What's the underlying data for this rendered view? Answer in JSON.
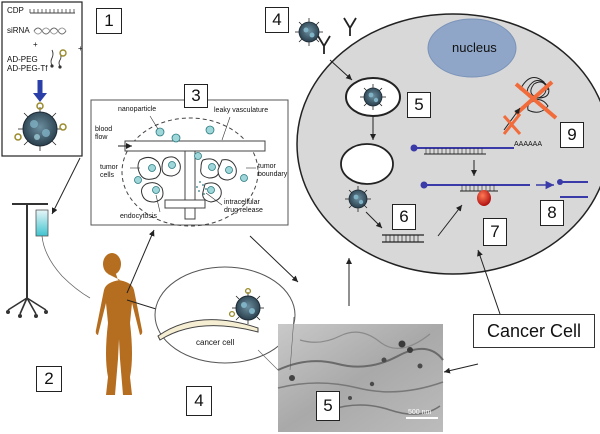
{
  "panel1": {
    "number": "1",
    "cdp": "CDP",
    "sirna": "siRNA",
    "plus1": "+",
    "adpeg": "AD-PEG",
    "plus2": "+",
    "adpegtf": "AD-PEG-Tf"
  },
  "panel2": {
    "number": "2"
  },
  "panel3": {
    "number": "3",
    "nanoparticle": "nanoparticle",
    "leaky": "leaky vasculature",
    "blood_flow": "blood\nflow",
    "tumor_cells": "tumor\ncells",
    "tumor_boundary": "tumor\nboundary",
    "endocytosis": "endocytosis",
    "drug_release": "intracellular\ndrug release"
  },
  "panel4_bottom": {
    "number": "4",
    "cancer_cell": "cancer cell"
  },
  "panel5_bottom": {
    "number": "5",
    "scale_bar": "500 nm"
  },
  "cell": {
    "nucleus": "nucleus",
    "step4": "4",
    "step5": "5",
    "step6": "6",
    "step7": "7",
    "step8": "8",
    "step9": "9",
    "polya": "AAAAAA"
  },
  "cancer_cell_label": "Cancer Cell",
  "colors": {
    "cell_fill": "#d8d8d8",
    "nucleus_fill": "#8fa6c8",
    "mrna": "#3a3aa8",
    "ribosome": "#d9231c",
    "body": "#b56d1f",
    "x_mark": "#f26b3a"
  }
}
